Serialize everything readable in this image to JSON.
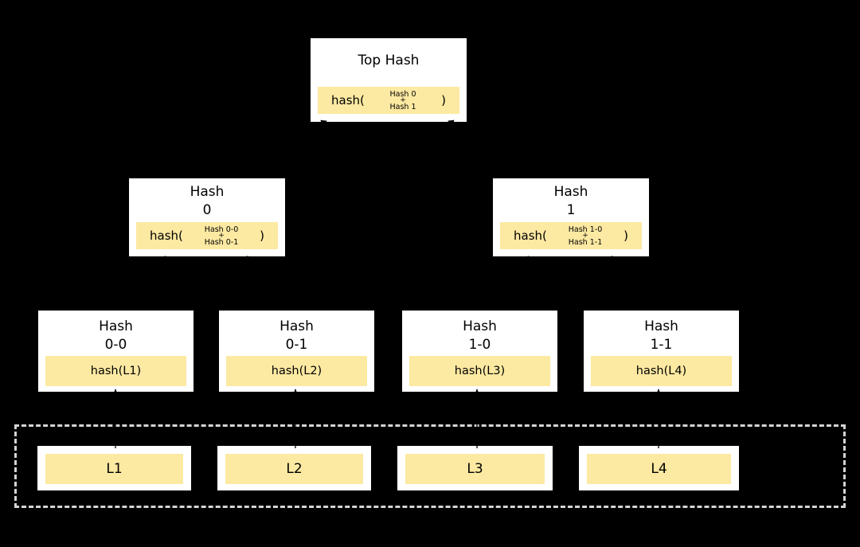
{
  "colors": {
    "background": "#000000",
    "node_fill": "#ffffff",
    "node_border": "#000000",
    "highlight_fill": "#fce9a2",
    "dashed_border": "#d4d4d4",
    "text": "#000000",
    "arrow": "#000000"
  },
  "tree": {
    "root": {
      "title": "Top Hash",
      "formula": {
        "fn": "hash(",
        "arg1": "Hash 0",
        "plus": "+",
        "arg2": "Hash 1",
        "close": ")"
      }
    },
    "level2": [
      {
        "title": "Hash",
        "subtitle": "0",
        "formula": {
          "fn": "hash(",
          "arg1": "Hash 0-0",
          "plus": "+",
          "arg2": "Hash 0-1",
          "close": ")"
        }
      },
      {
        "title": "Hash",
        "subtitle": "1",
        "formula": {
          "fn": "hash(",
          "arg1": "Hash 1-0",
          "plus": "+",
          "arg2": "Hash 1-1",
          "close": ")"
        }
      }
    ],
    "level3": [
      {
        "title": "Hash",
        "subtitle": "0-0",
        "content": "hash(L1)"
      },
      {
        "title": "Hash",
        "subtitle": "0-1",
        "content": "hash(L2)"
      },
      {
        "title": "Hash",
        "subtitle": "1-0",
        "content": "hash(L3)"
      },
      {
        "title": "Hash",
        "subtitle": "1-1",
        "content": "hash(L4)"
      }
    ],
    "leaves": [
      {
        "label": "L1"
      },
      {
        "label": "L2"
      },
      {
        "label": "L3"
      },
      {
        "label": "L4"
      }
    ]
  }
}
